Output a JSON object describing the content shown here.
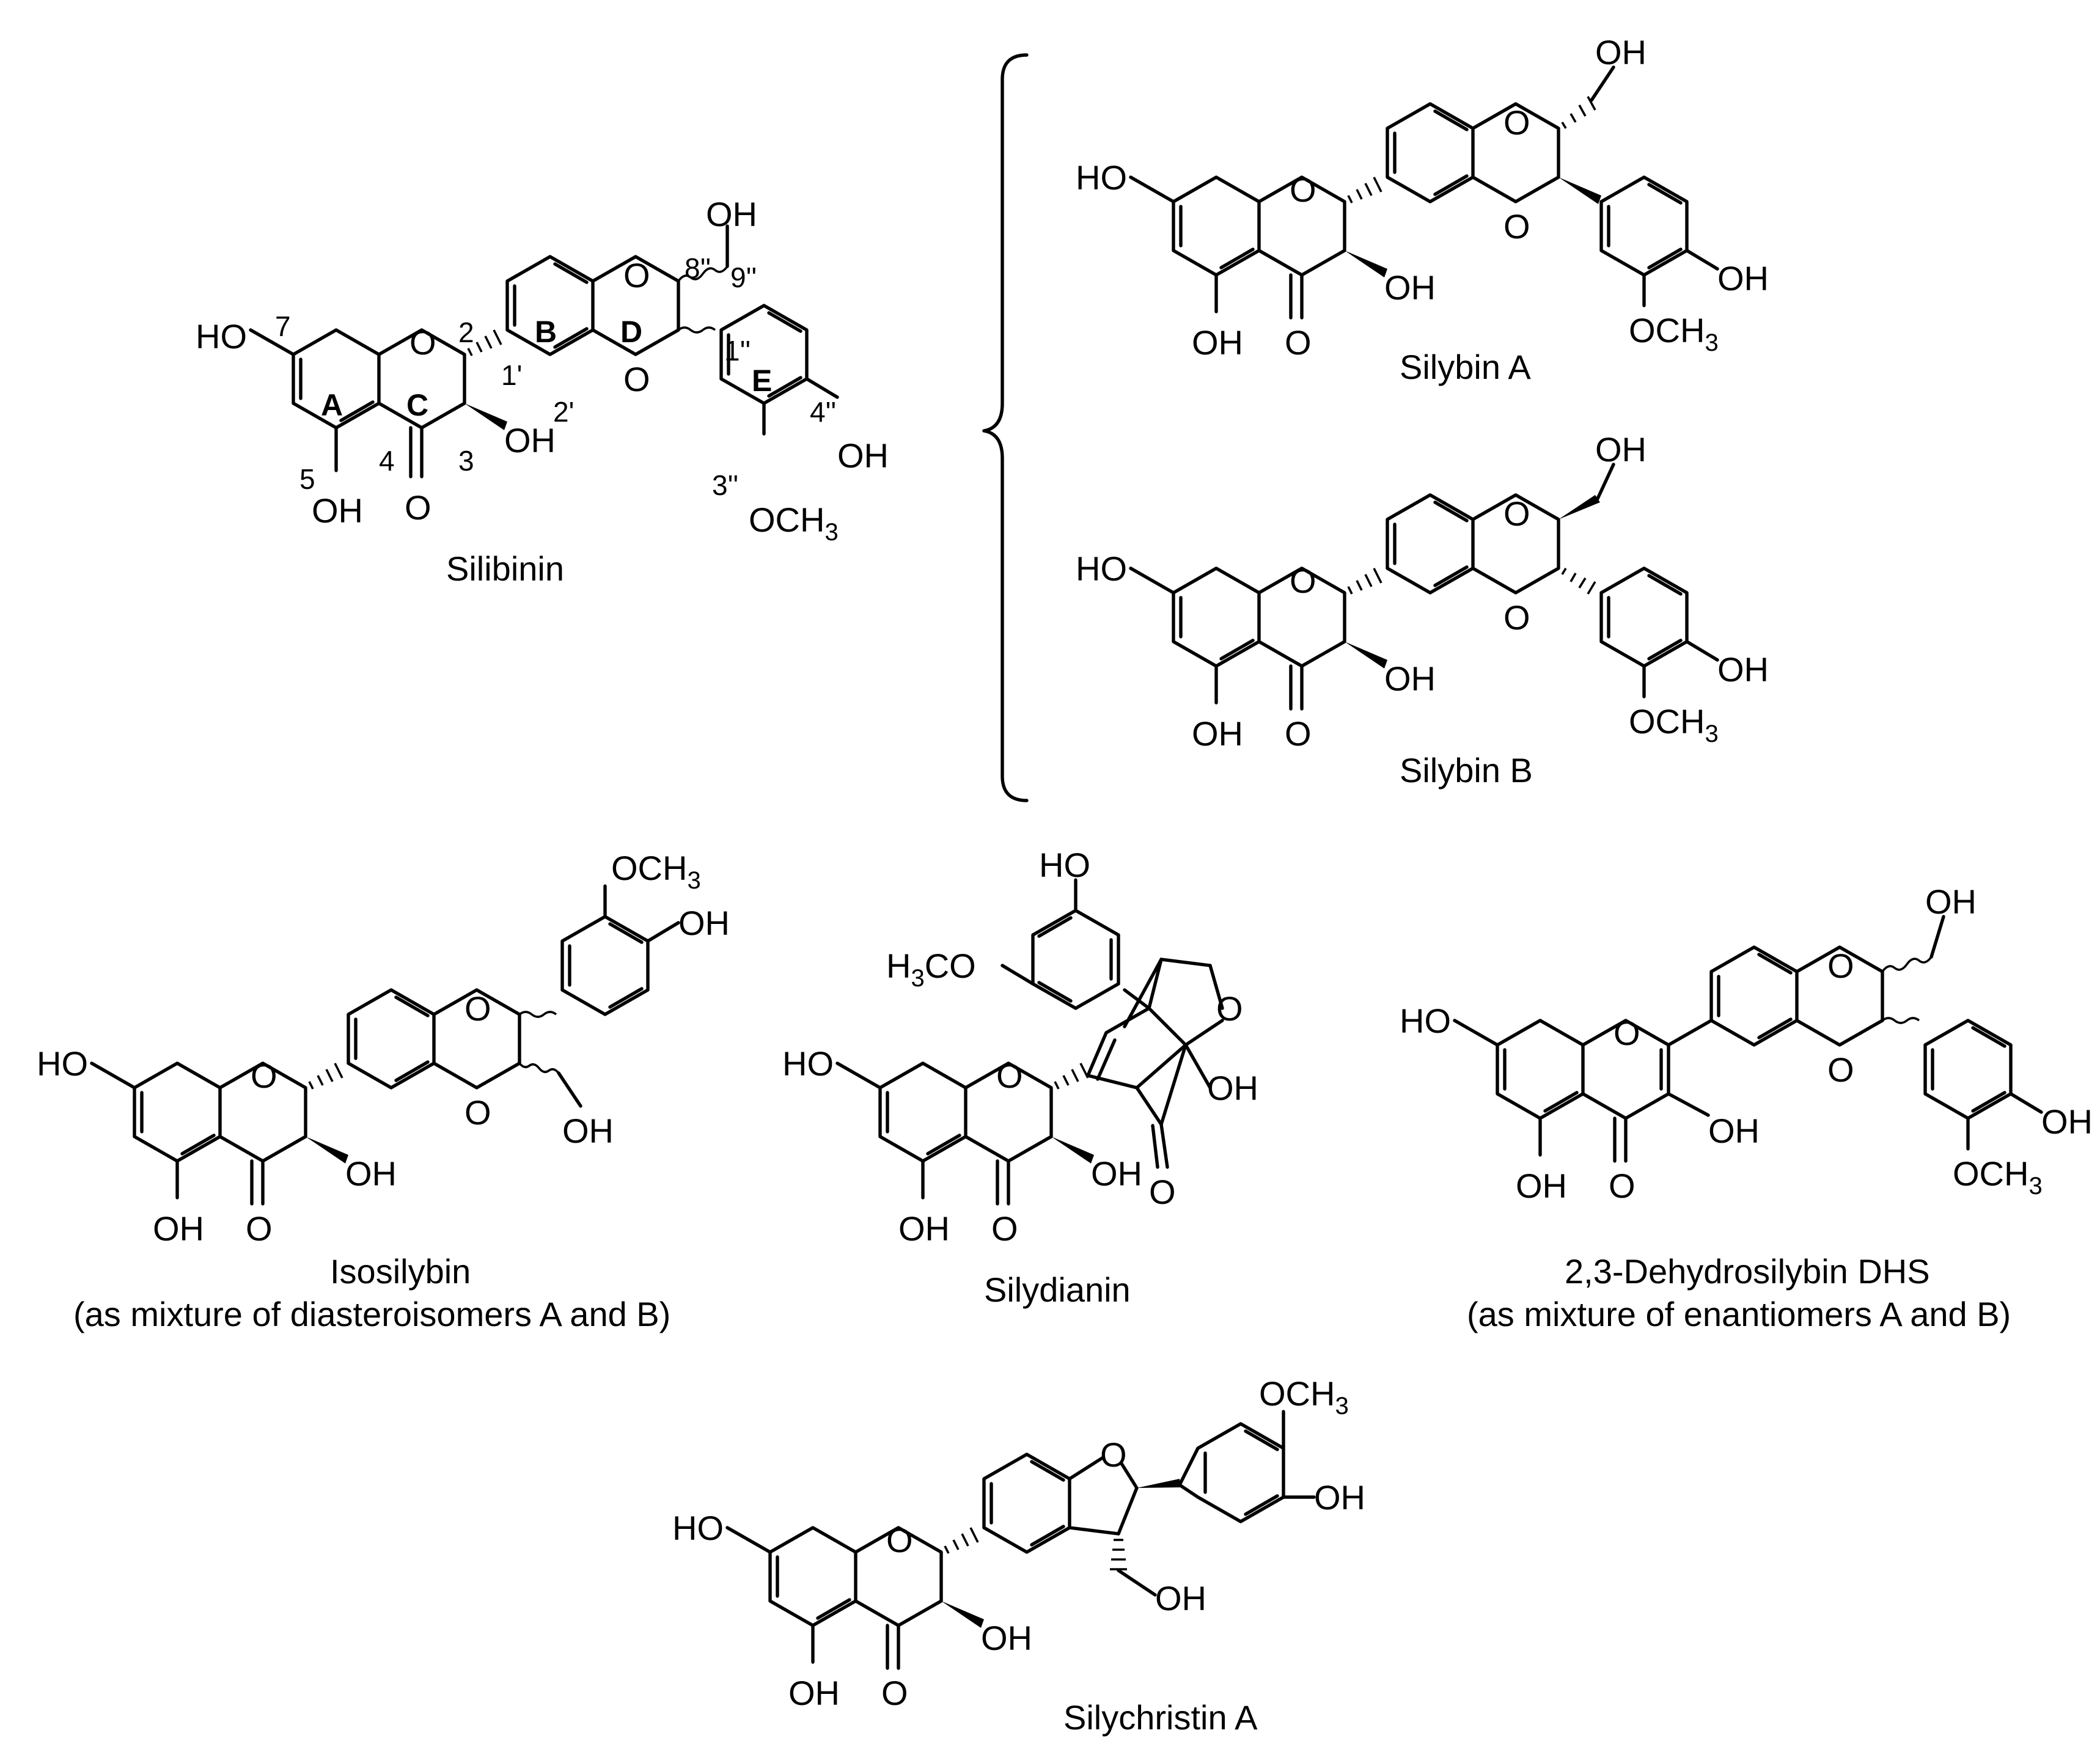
{
  "atoms": {
    "ho": "HO",
    "oh": "OH",
    "o": "O",
    "och3_main": "OCH",
    "och3_sub": "3",
    "h3co_h": "H",
    "h3co_sub": "3",
    "h3co_rest": "CO"
  },
  "silibinin": {
    "caption": "Silibinin",
    "rings": [
      "A",
      "B",
      "C",
      "D",
      "E"
    ],
    "locants": {
      "n7": "7",
      "n2": "2",
      "n1p": "1'",
      "n2p": "2'",
      "n5": "5",
      "n4": "4",
      "n3": "3",
      "n8pp": "8''",
      "n9pp": "9''",
      "n1pp": "1''",
      "n4pp": "4''",
      "n3pp": "3''"
    }
  },
  "silybin_a": {
    "caption": "Silybin A"
  },
  "silybin_b": {
    "caption": "Silybin B"
  },
  "isosilybin": {
    "caption": "Isosilybin",
    "note": "(as mixture of diasteroisomers A and B)"
  },
  "silydianin": {
    "caption": "Silydianin"
  },
  "dehydrosilybin": {
    "caption": "2,3-Dehydrosilybin DHS",
    "note": "(as mixture of enantiomers A and B)"
  },
  "silychristin": {
    "caption": "Silychristin A"
  }
}
